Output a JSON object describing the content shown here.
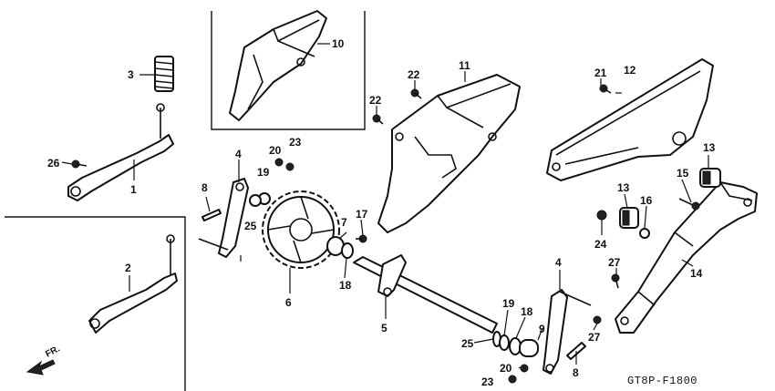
{
  "callouts": {
    "c1": "1",
    "c2": "2",
    "c3": "3",
    "c4a": "4",
    "c4b": "4",
    "c5": "5",
    "c6": "6",
    "c7": "7",
    "c8a": "8",
    "c8b": "8",
    "c9": "9",
    "c10": "10",
    "c11": "11",
    "c12": "12",
    "c13a": "13",
    "c13b": "13",
    "c14": "14",
    "c15": "15",
    "c16": "16",
    "c17": "17",
    "c18a": "18",
    "c18b": "18",
    "c19a": "19",
    "c19b": "19",
    "c20a": "20",
    "c20b": "20",
    "c21": "21",
    "c22a": "22",
    "c22b": "22",
    "c23a": "23",
    "c23b": "23",
    "c24": "24",
    "c25a": "25",
    "c25b": "25",
    "c26": "26",
    "c27a": "27",
    "c27b": "27"
  },
  "direction_label": "FR.",
  "diagram_code": "GT8P-F1800"
}
